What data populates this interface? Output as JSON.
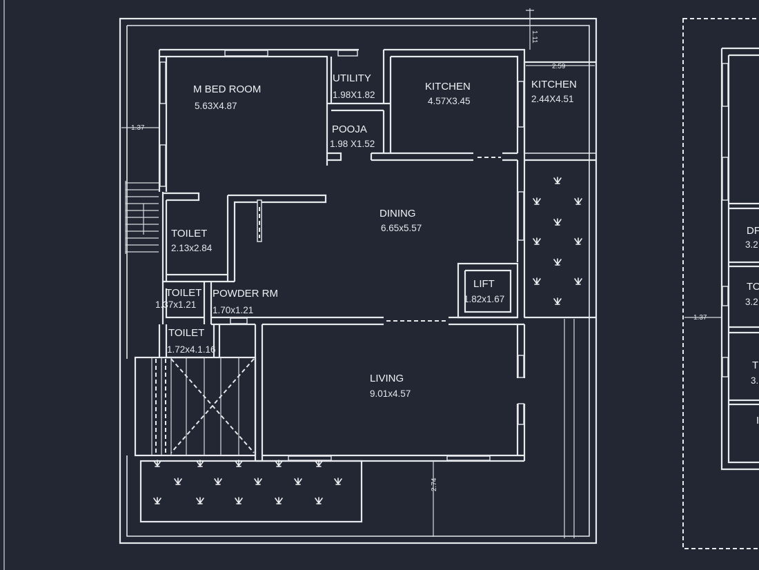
{
  "rooms": {
    "m_bed": {
      "name": "M BED ROOM",
      "size": "5.63X4.87"
    },
    "utility": {
      "name": "UTILITY",
      "size": "1.98X1.82"
    },
    "kitchen": {
      "name": "KITCHEN",
      "size": "4.57X3.45"
    },
    "kitchen2": {
      "name": "KITCHEN",
      "size": "2.44X4.51"
    },
    "pooja": {
      "name": "POOJA",
      "size": "1.98 X1.52"
    },
    "dining": {
      "name": "DINING",
      "size": "6.65x5.57"
    },
    "toilet1": {
      "name": "TOILET",
      "size": "2.13x2.84"
    },
    "toilet2": {
      "name": "TOILET",
      "size": "1.37x1.21"
    },
    "powder": {
      "name": "POWDER RM",
      "size": "1.70x1.21"
    },
    "toilet3": {
      "name": "TOILET",
      "size": "1.72x4.1.16"
    },
    "lift": {
      "name": "LIFT",
      "size": "1.82x1.67"
    },
    "living": {
      "name": "LIVING",
      "size": "9.01x4.57"
    }
  },
  "dimensions": {
    "top": "1.11",
    "kitchen_offset": "2.59",
    "left": "1.37",
    "front": "2.74",
    "right_plan": "1.37"
  },
  "right_plan_partial_labels": [
    "DF",
    "3.2",
    "TO",
    "3.2",
    "T",
    "3.",
    "I"
  ],
  "colors": {
    "background": "#222733",
    "lines": "#e8eaee"
  }
}
